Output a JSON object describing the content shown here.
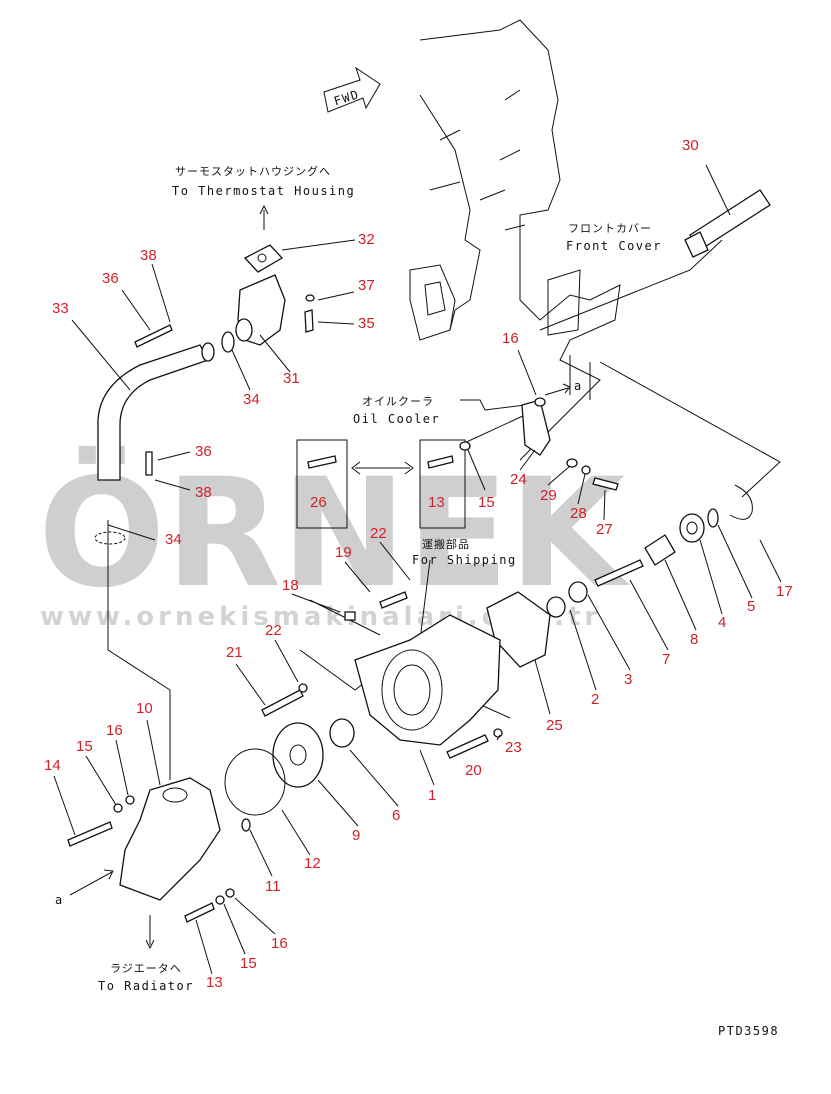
{
  "direction_mark": "FWD",
  "notes": {
    "thermostat_jp": "サーモスタットハウジングへ",
    "thermostat_en": "To Thermostat Housing",
    "front_cover_jp": "フロントカバー",
    "front_cover_en": "Front Cover",
    "oil_cooler_jp": "オイルクーラ",
    "oil_cooler_en": "Oil Cooler",
    "shipping_jp": "運搬部品",
    "shipping_en": "For Shipping",
    "radiator_jp": "ラジエータへ",
    "radiator_en": "To Radiator",
    "ref_a": "a"
  },
  "watermark": {
    "brand": "ÖRNEK",
    "url": "www.ornekismakinalari.com.tr"
  },
  "drawing_code": "PTD3598",
  "part_numbers": [
    "30",
    "32",
    "38",
    "36",
    "37",
    "35",
    "33",
    "31",
    "34",
    "16",
    "36",
    "38",
    "26",
    "13",
    "15",
    "24",
    "29",
    "28",
    "27",
    "34",
    "22",
    "19",
    "18",
    "22",
    "21",
    "10",
    "16",
    "15",
    "14",
    "11",
    "12",
    "9",
    "6",
    "1",
    "20",
    "23",
    "25",
    "2",
    "3",
    "7",
    "8",
    "4",
    "5",
    "17",
    "16",
    "15",
    "13",
    "a"
  ]
}
